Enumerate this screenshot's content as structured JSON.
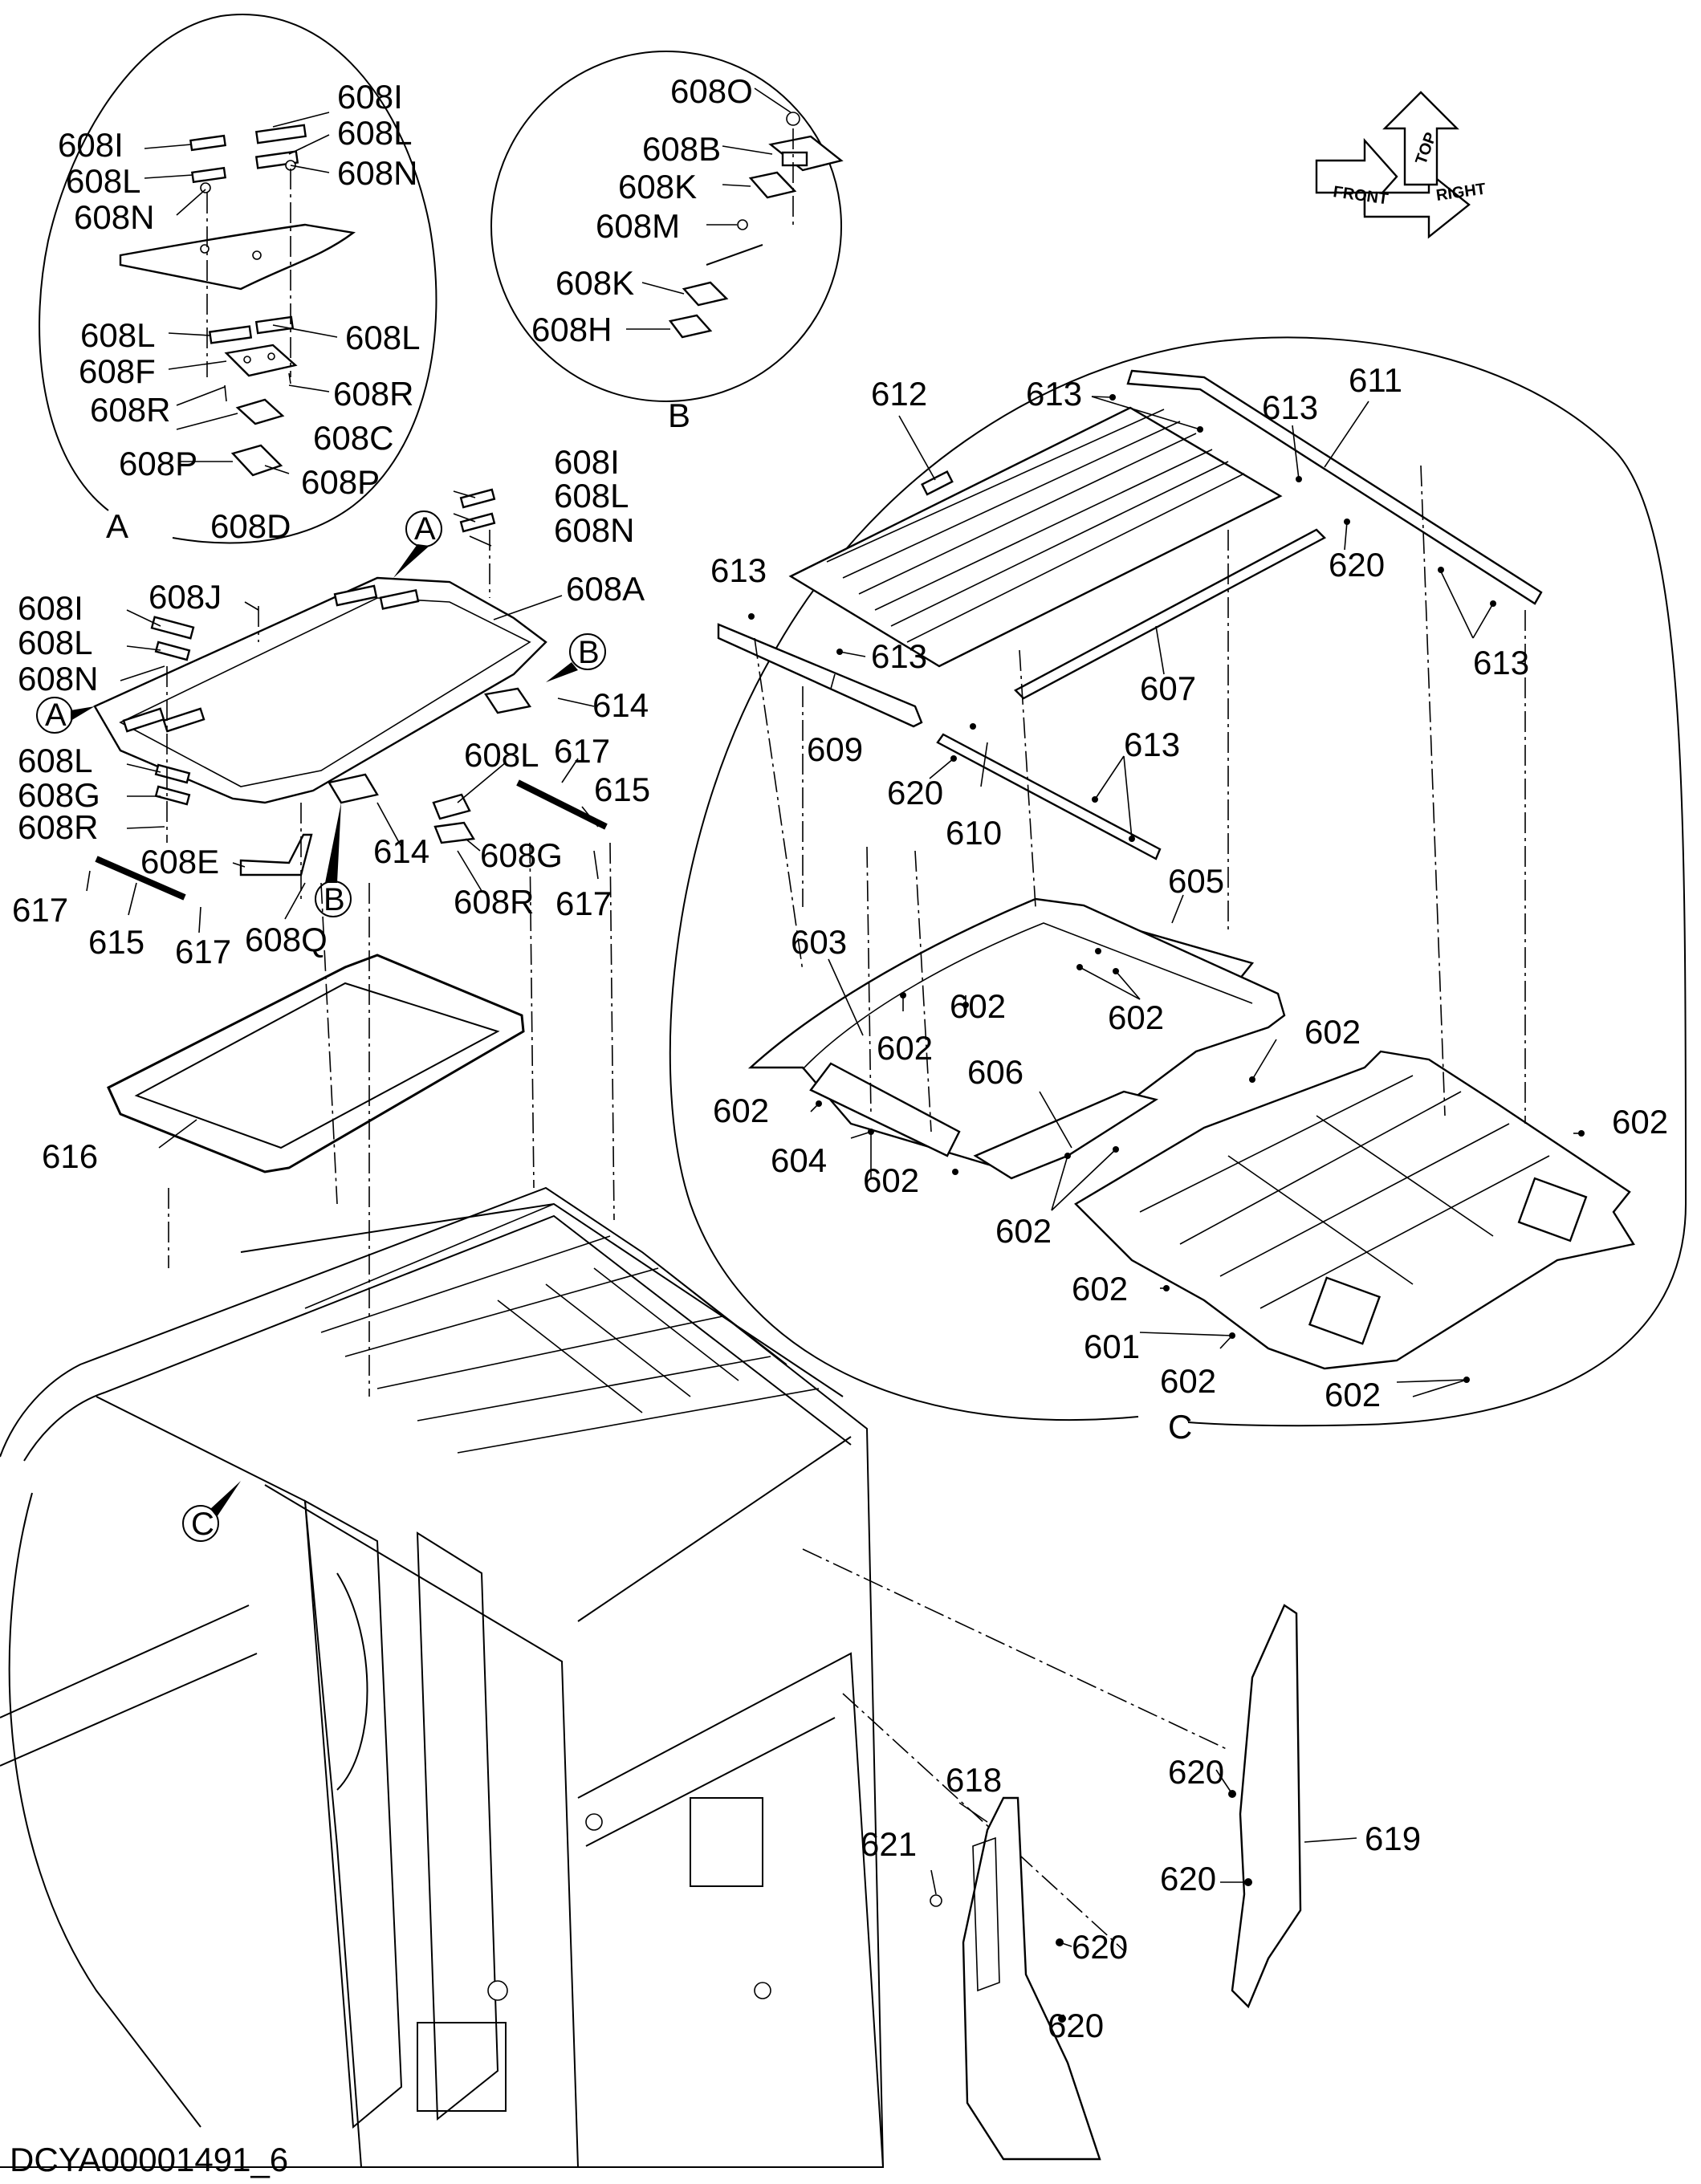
{
  "diagram_id": "DCYA00001491_6",
  "orientation_labels": [
    "TOP",
    "FRONT",
    "RIGHT"
  ],
  "detail_views": [
    "A",
    "B",
    "C"
  ],
  "labels": {
    "l_608I_a1": "608I",
    "l_608I_a2": "608I",
    "l_608L_a1": "608L",
    "l_608L_a2": "608L",
    "l_608N_a1": "608N",
    "l_608N_a2": "608N",
    "l_608L_a3": "608L",
    "l_608L_a4": "608L",
    "l_608F": "608F",
    "l_608R_a1": "608R",
    "l_608R_a2": "608R",
    "l_608C": "608C",
    "l_608P_a1": "608P",
    "l_608P_a2": "608P",
    "l_608D": "608D",
    "l_viewA": "A",
    "l_608O": "608O",
    "l_608B": "608B",
    "l_608K_a": "608K",
    "l_608M": "608M",
    "l_608K_b": "608K",
    "l_608H": "608H",
    "l_viewB": "B",
    "l_608I_m1": "608I",
    "l_608L_m1": "608L",
    "l_608N_m1": "608N",
    "l_608A": "608A",
    "l_608I_m2": "608I",
    "l_608J": "608J",
    "l_608L_m2": "608L",
    "l_608N_m2": "608N",
    "l_614_a": "614",
    "l_608L_m3": "608L",
    "l_608G_m1": "608G",
    "l_608R_m1": "608R",
    "l_608L_m4": "608L",
    "l_617_a": "617",
    "l_615_a": "615",
    "l_608E": "608E",
    "l_614_b": "614",
    "l_608G_m2": "608G",
    "l_608R_m2": "608R",
    "l_617_b": "617",
    "l_617_c": "617",
    "l_615_b": "615",
    "l_617_d": "617",
    "l_608Q": "608Q",
    "l_616": "616",
    "l_612": "612",
    "l_613_c1": "613",
    "l_613_c2": "613",
    "l_611": "611",
    "l_620_c1": "620",
    "l_613_c3": "613",
    "l_613_c4": "613",
    "l_607": "607",
    "l_609": "609",
    "l_613_c5": "613",
    "l_620_c2": "620",
    "l_610": "610",
    "l_613_c6": "613",
    "l_605": "605",
    "l_603": "603",
    "l_602_1": "602",
    "l_602_2": "602",
    "l_602_3": "602",
    "l_602_4": "602",
    "l_606": "606",
    "l_602_5": "602",
    "l_604": "604",
    "l_602_6": "602",
    "l_602_7": "602",
    "l_602_8": "602",
    "l_602_9": "602",
    "l_601": "601",
    "l_602_10": "602",
    "l_602_11": "602",
    "l_viewC": "C",
    "l_620_p1": "620",
    "l_619": "619",
    "l_620_p2": "620",
    "l_618": "618",
    "l_621": "621",
    "l_620_p3": "620",
    "l_620_p4": "620",
    "callout_A1": "A",
    "callout_A2": "A",
    "callout_B1": "B",
    "callout_B2": "B",
    "callout_C": "C"
  }
}
